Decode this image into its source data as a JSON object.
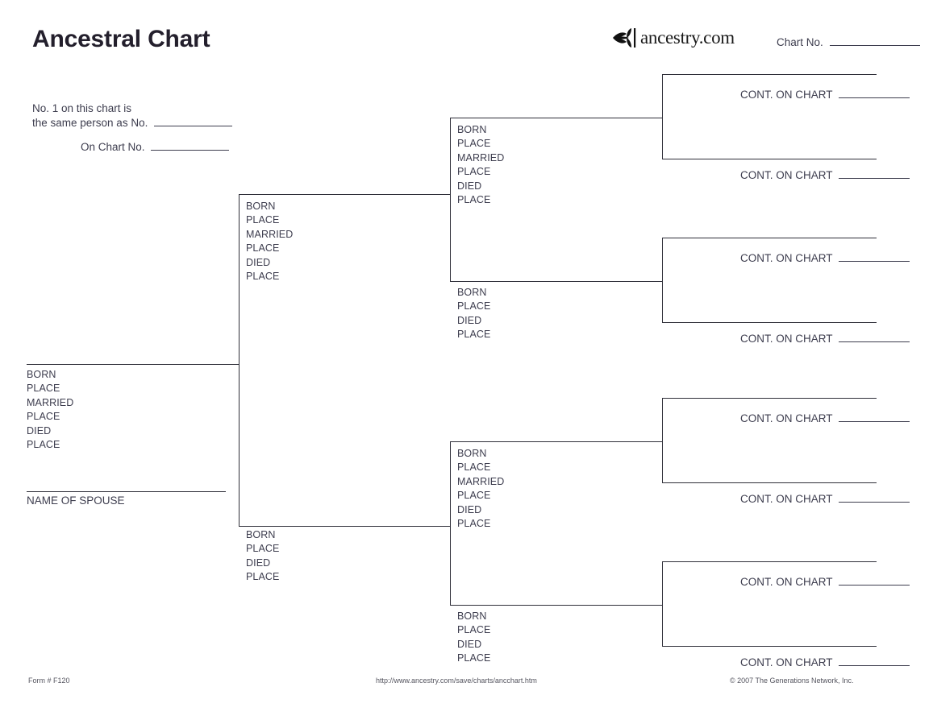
{
  "header": {
    "title": "Ancestral Chart",
    "brand_name": "ancestry.com",
    "brand_icon": "ancestry-leaf-icon",
    "chart_no_label": "Chart No.",
    "blank_line": ""
  },
  "note": {
    "line1": "No. 1 on this chart is",
    "line2": "the same person as No.",
    "line3": "On Chart No."
  },
  "labels": {
    "born": "BORN",
    "place": "PLACE",
    "married": "MARRIED",
    "died": "DIED",
    "name_of_spouse": "NAME OF SPOUSE",
    "cont_on_chart": "CONT. ON CHART"
  },
  "persons": {
    "p1": {
      "name_value": "",
      "fields": [
        "BORN",
        "PLACE",
        "MARRIED",
        "PLACE",
        "DIED",
        "PLACE"
      ],
      "spouse_label": "NAME OF SPOUSE",
      "spouse_value": ""
    },
    "p2": {
      "name_value": "",
      "fields": [
        "BORN",
        "PLACE",
        "MARRIED",
        "PLACE",
        "DIED",
        "PLACE"
      ]
    },
    "p3": {
      "name_value": "",
      "fields": [
        "BORN",
        "PLACE",
        "DIED",
        "PLACE"
      ]
    },
    "p4": {
      "name_value": "",
      "fields": [
        "BORN",
        "PLACE",
        "MARRIED",
        "PLACE",
        "DIED",
        "PLACE"
      ]
    },
    "p5": {
      "name_value": "",
      "fields": [
        "BORN",
        "PLACE",
        "DIED",
        "PLACE"
      ]
    },
    "p6": {
      "name_value": "",
      "fields": [
        "BORN",
        "PLACE",
        "MARRIED",
        "PLACE",
        "DIED",
        "PLACE"
      ]
    },
    "p7": {
      "name_value": "",
      "fields": [
        "BORN",
        "PLACE",
        "DIED",
        "PLACE"
      ]
    }
  },
  "generation4": [
    {
      "id": "p8",
      "cont_label": "CONT. ON CHART",
      "cont_value": ""
    },
    {
      "id": "p9",
      "cont_label": "CONT. ON CHART",
      "cont_value": ""
    },
    {
      "id": "p10",
      "cont_label": "CONT. ON CHART",
      "cont_value": ""
    },
    {
      "id": "p11",
      "cont_label": "CONT. ON CHART",
      "cont_value": ""
    },
    {
      "id": "p12",
      "cont_label": "CONT. ON CHART",
      "cont_value": ""
    },
    {
      "id": "p13",
      "cont_label": "CONT. ON CHART",
      "cont_value": ""
    },
    {
      "id": "p14",
      "cont_label": "CONT. ON CHART",
      "cont_value": ""
    },
    {
      "id": "p15",
      "cont_label": "CONT. ON CHART",
      "cont_value": ""
    }
  ],
  "footer": {
    "form": "Form # F120",
    "url": "http://www.ancestry.com/save/charts/ancchart.htm",
    "copyright": "© 2007 The Generations Network, Inc."
  },
  "colors": {
    "text": "#3d3d4e",
    "title": "#231f2c",
    "line": "#2e2e38",
    "footer": "#55555f",
    "background": "#ffffff"
  }
}
